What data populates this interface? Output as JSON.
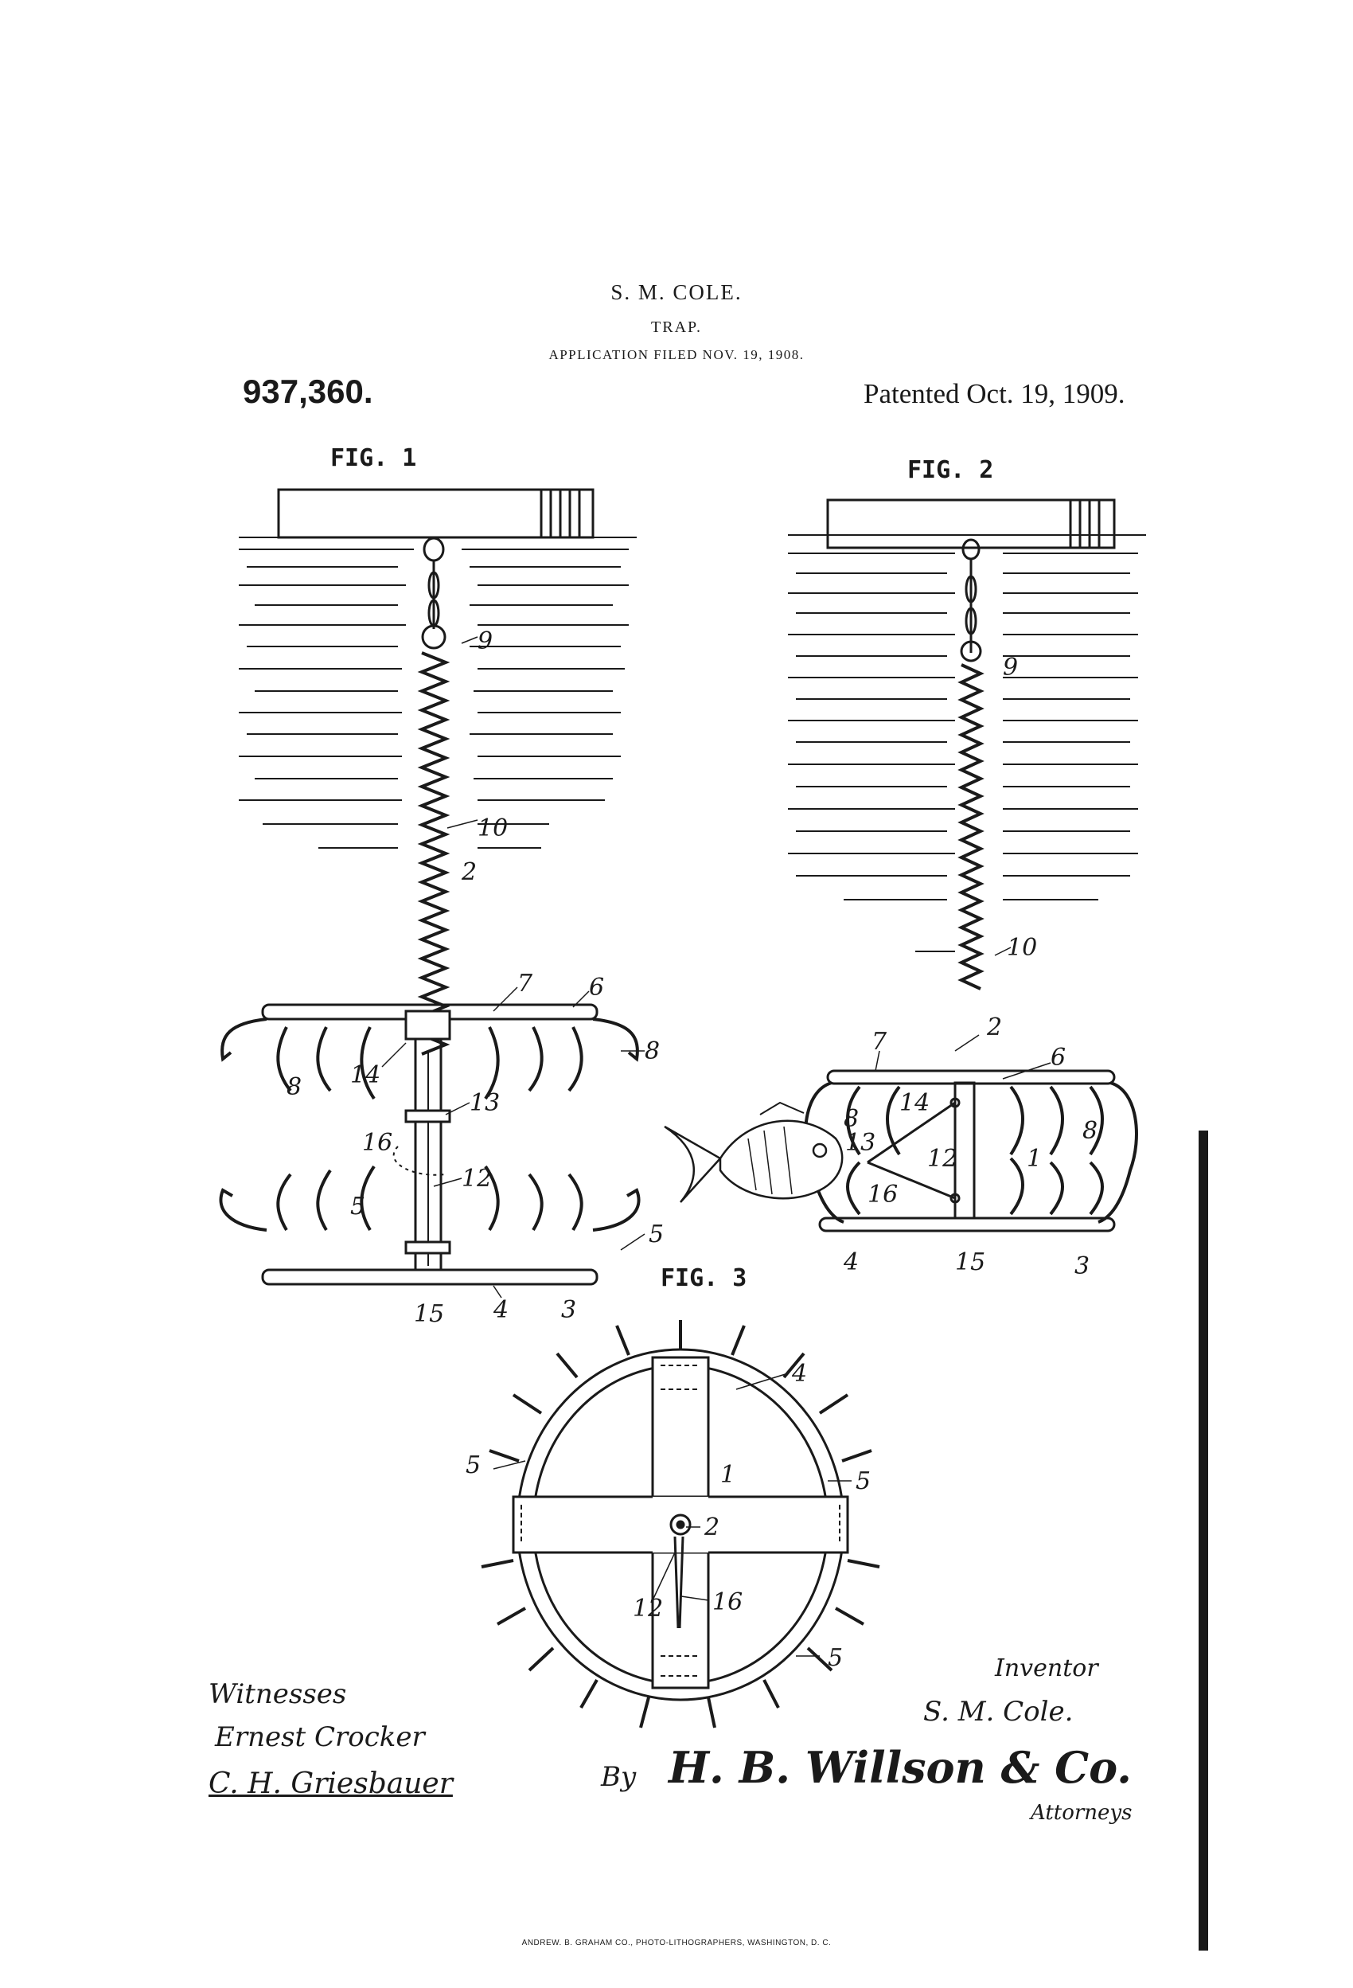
{
  "header": {
    "inventor_name": "S. M. COLE.",
    "title": "TRAP.",
    "application": "APPLICATION FILED NOV. 19, 1908.",
    "patent_number": "937,360.",
    "patented": "Patented Oct. 19, 1909."
  },
  "figures": {
    "fig1": "FIG. 1",
    "fig2": "FIG. 2",
    "fig3": "FIG. 3"
  },
  "reference_numerals": {
    "n1": "1",
    "n2": "2",
    "n3": "3",
    "n4": "4",
    "n5": "5",
    "n6": "6",
    "n7": "7",
    "n8": "8",
    "n9": "9",
    "n10": "10",
    "n12": "12",
    "n13": "13",
    "n14": "14",
    "n15": "15",
    "n16": "16"
  },
  "signatures": {
    "witnesses_heading": "Witnesses",
    "witness_1": "Ernest Crocker",
    "witness_2": "C. H. Griesbauer",
    "inventor_heading": "Inventor",
    "inventor_signature": "S. M. Cole.",
    "by": "By",
    "attorney_signature": "H. B. Willson & Co.",
    "attorneys_heading": "Attorneys"
  },
  "imprint": "ANDREW. B. GRAHAM CO., PHOTO-LITHOGRAPHERS, WASHINGTON, D. C."
}
